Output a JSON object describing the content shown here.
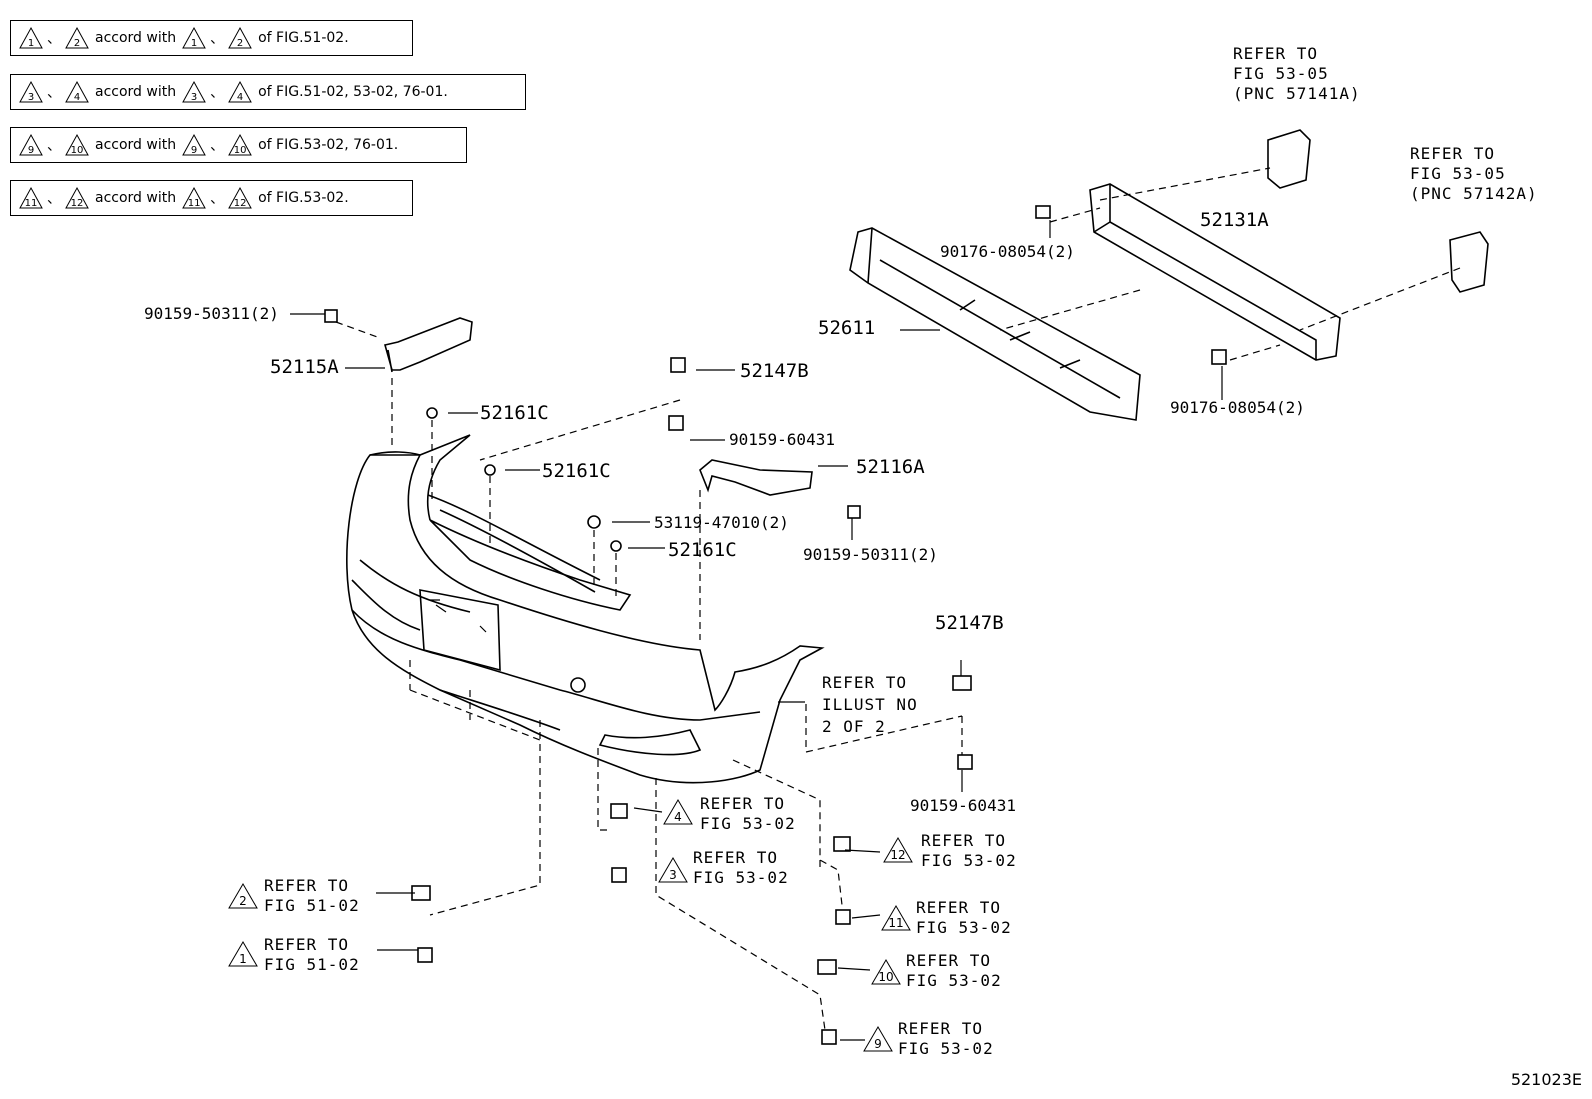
{
  "notes": [
    {
      "marks_a": [
        "1",
        "2"
      ],
      "sep": "、",
      "text_mid": "accord with",
      "marks_b": [
        "1",
        "2"
      ],
      "text_end": "of FIG.51-02."
    },
    {
      "marks_a": [
        "3",
        "4"
      ],
      "sep": "、",
      "text_mid": "accord with",
      "marks_b": [
        "3",
        "4"
      ],
      "text_end": "of FIG.51-02, 53-02, 76-01."
    },
    {
      "marks_a": [
        "9",
        "10"
      ],
      "sep": "、",
      "text_mid": "accord with",
      "marks_b": [
        "9",
        "10"
      ],
      "text_end": "of FIG.53-02, 76-01."
    },
    {
      "marks_a": [
        "11",
        "12"
      ],
      "sep": "、",
      "text_mid": "accord with",
      "marks_b": [
        "11",
        "12"
      ],
      "text_end": "of FIG.53-02."
    }
  ],
  "parts": {
    "p90159_50311_left": "90159-50311(2)",
    "p52115A": "52115A",
    "p52161C_a": "52161C",
    "p52161C_b": "52161C",
    "p52161C_c": "52161C",
    "p52147B_a": "52147B",
    "p52147B_b": "52147B",
    "p90159_60431_a": "90159-60431",
    "p90159_60431_b": "90159-60431",
    "p52116A": "52116A",
    "p53119_47010": "53119-47010(2)",
    "p90159_50311_right": "90159-50311(2)",
    "p52611": "52611",
    "p52131A": "52131A",
    "p90176_08054_a": "90176-08054(2)",
    "p90176_08054_b": "90176-08054(2)"
  },
  "refs": {
    "fig_57141A": "REFER TO\nFIG 53-05\n(PNC 57141A)",
    "fig_57142A": "REFER TO\nFIG 53-05\n(PNC 57142A)",
    "illust_2": "REFER TO\nILLUST NO\n2 OF 2",
    "r4": "REFER TO\nFIG 53-02",
    "r3": "REFER TO\nFIG 53-02",
    "r12": "REFER TO\nFIG 53-02",
    "r11": "REFER TO\nFIG 53-02",
    "r10": "REFER TO\nFIG 53-02",
    "r9": "REFER TO\nFIG 53-02",
    "r2": "REFER TO\nFIG 51-02",
    "r1": "REFER TO\nFIG 51-02"
  },
  "marks": {
    "m4": "4",
    "m3": "3",
    "m12": "12",
    "m11": "11",
    "m10": "10",
    "m9": "9",
    "m2": "2",
    "m1": "1"
  },
  "figure_code": "521023E"
}
